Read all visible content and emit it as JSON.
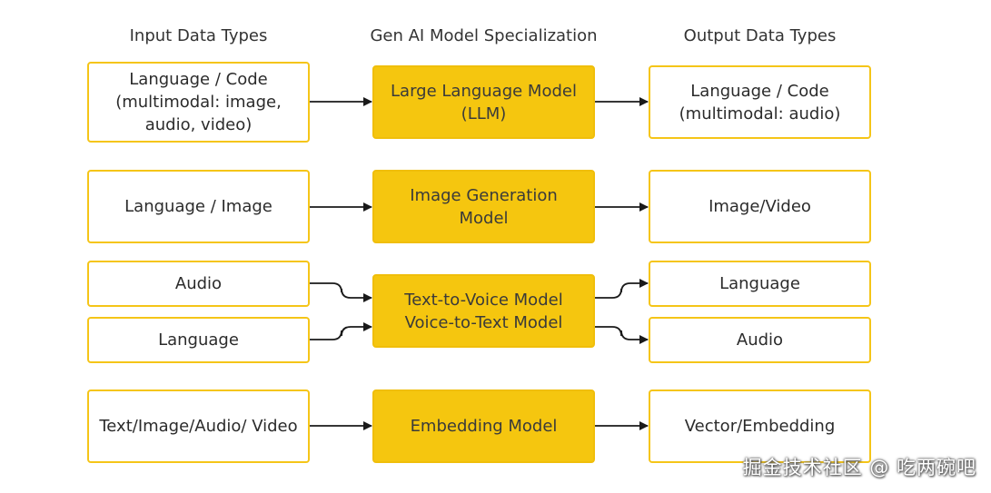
{
  "headers": {
    "input": "Input Data Types",
    "model": "Gen AI Model Specialization",
    "output": "Output Data Types"
  },
  "rows": {
    "llm": {
      "input_lines": [
        "Language / Code",
        "(multimodal: image,",
        "audio, video)"
      ],
      "model_lines": [
        "Large Language Model",
        "(LLM)"
      ],
      "output_lines": [
        "Language / Code",
        "(multimodal: audio)"
      ]
    },
    "image_gen": {
      "input_lines": [
        "Language / Image"
      ],
      "model_lines": [
        "Image Generation",
        "Model"
      ],
      "output_lines": [
        "Image/Video"
      ]
    },
    "voice": {
      "input_top": "Audio",
      "input_bottom": "Language",
      "model_lines": [
        "Text-to-Voice Model",
        "Voice-to-Text Model"
      ],
      "output_top": "Language",
      "output_bottom": "Audio"
    },
    "embedding": {
      "input_lines": [
        "Text/Image/Audio/ Video"
      ],
      "model_lines": [
        "Embedding Model"
      ],
      "output_lines": [
        "Vector/Embedding"
      ]
    }
  },
  "watermark": "掘金技术社区 @ 吃两碗吧",
  "colors": {
    "accent": "#f5c60f",
    "border": "#f5c518",
    "arrow": "#1a1a1a"
  }
}
